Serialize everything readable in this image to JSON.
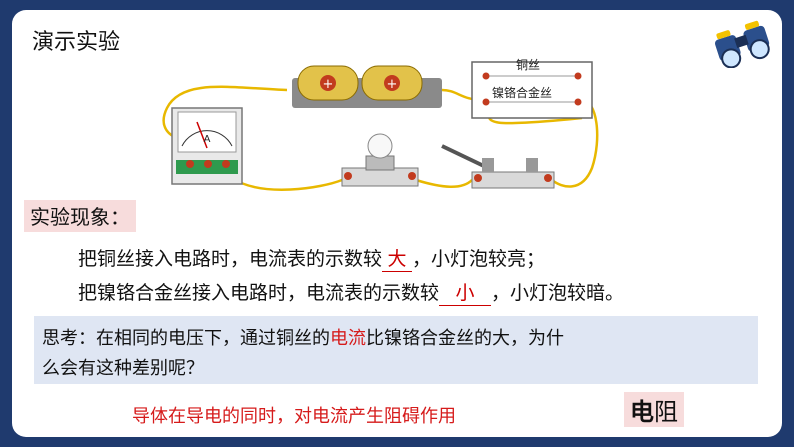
{
  "slide": {
    "title": "演示实验"
  },
  "circuit": {
    "wire_labels": [
      "铜丝",
      "镍铬合金丝"
    ],
    "ammeter_letter": "A"
  },
  "phenomenon": {
    "label": "实验现象：",
    "line1": {
      "before": "把铜丝接入电路时，电流表的示数较",
      "blank": "大",
      "after": "，小灯泡较亮；"
    },
    "line2": {
      "before": "把镍铬合金丝接入电路时，电流表的示数较",
      "blank": "小",
      "after": "，小灯泡较暗。"
    }
  },
  "think": {
    "line1_before": "思考：在相同的电压下，通过铜丝的",
    "line1_highlight": "电流",
    "line1_after": "比镍铬合金丝的大，为什",
    "line2": "么会有这种差别呢？"
  },
  "note": "导体在导电的同时，对电流产生阻碍作用",
  "term": {
    "bold": "电",
    "rest": "阻"
  },
  "colors": {
    "frame": "#1f3a6e",
    "accent_red": "#d61b1b",
    "think_bg": "#dfe6f3",
    "label_bg": "#f7dcdc",
    "wire": "#e8b800"
  }
}
